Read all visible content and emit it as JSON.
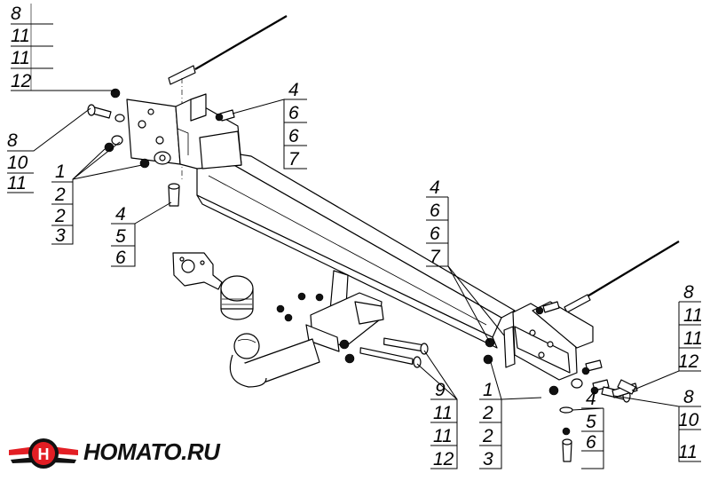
{
  "brand": {
    "name": "HOMATO.RU",
    "logo_letter": "H",
    "colors": {
      "primary": "#e31e24",
      "text": "#111111"
    }
  },
  "callouts": {
    "top_left": [
      "8",
      "11",
      "11",
      "12"
    ],
    "left_middle": [
      "8",
      "10",
      "11"
    ],
    "left_washers": [
      "1",
      "2",
      "2",
      "3"
    ],
    "left_bottom_bolt": [
      "4",
      "5",
      "6"
    ],
    "top_center": [
      "4",
      "6",
      "6",
      "7"
    ],
    "center_right": [
      "4",
      "6",
      "6",
      "7"
    ],
    "right_top": [
      "8",
      "11",
      "11",
      "12"
    ],
    "bottom_center": [
      "9",
      "11",
      "11",
      "12"
    ],
    "bottom_middle": [
      "1",
      "2",
      "2",
      "3"
    ],
    "bottom_bolt": [
      "4",
      "5",
      "6"
    ],
    "bottom_right": [
      "8",
      "10",
      "11"
    ]
  }
}
